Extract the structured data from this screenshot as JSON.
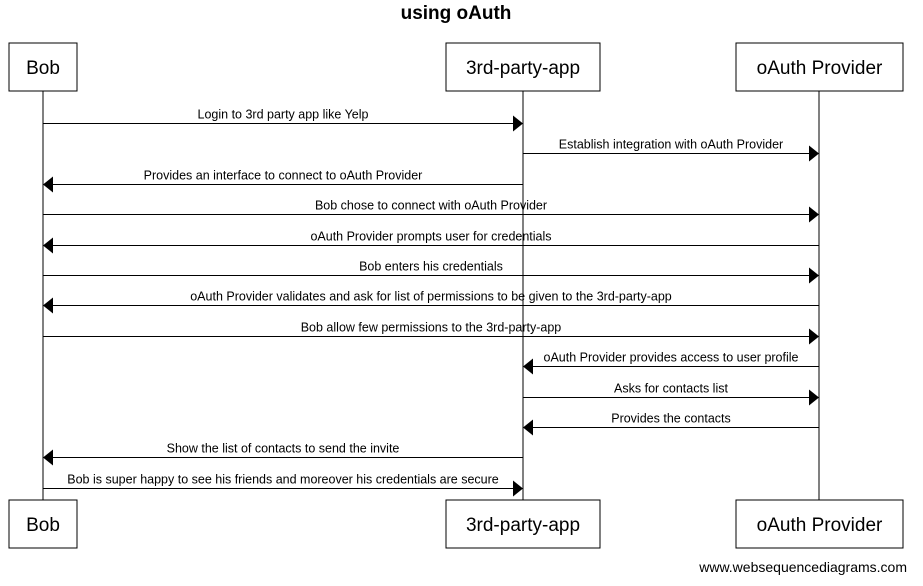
{
  "title": "using oAuth",
  "participants": [
    {
      "id": "bob",
      "label": "Bob"
    },
    {
      "id": "app",
      "label": "3rd-party-app"
    },
    {
      "id": "provider",
      "label": "oAuth Provider"
    }
  ],
  "messages": [
    {
      "from": "bob",
      "to": "app",
      "label": "Login to 3rd party app like Yelp"
    },
    {
      "from": "app",
      "to": "provider",
      "label": "Establish integration with oAuth Provider"
    },
    {
      "from": "app",
      "to": "bob",
      "label": "Provides an interface to connect to oAuth Provider"
    },
    {
      "from": "bob",
      "to": "provider",
      "label": "Bob chose to connect with oAuth Provider"
    },
    {
      "from": "provider",
      "to": "bob",
      "label": "oAuth Provider prompts user for credentials"
    },
    {
      "from": "bob",
      "to": "provider",
      "label": "Bob enters his credentials"
    },
    {
      "from": "provider",
      "to": "bob",
      "label": "oAuth Provider validates and ask for list of permissions to be given to the 3rd-party-app"
    },
    {
      "from": "bob",
      "to": "provider",
      "label": "Bob allow few permissions to the 3rd-party-app"
    },
    {
      "from": "provider",
      "to": "app",
      "label": "oAuth Provider provides access to user profile"
    },
    {
      "from": "app",
      "to": "provider",
      "label": "Asks for contacts list"
    },
    {
      "from": "provider",
      "to": "app",
      "label": "Provides the contacts"
    },
    {
      "from": "app",
      "to": "bob",
      "label": "Show the list of contacts to send the invite"
    },
    {
      "from": "bob",
      "to": "app",
      "label": "Bob is super happy to see his friends and moreover his credentials are secure"
    }
  ],
  "watermark": "www.websequencediagrams.com"
}
